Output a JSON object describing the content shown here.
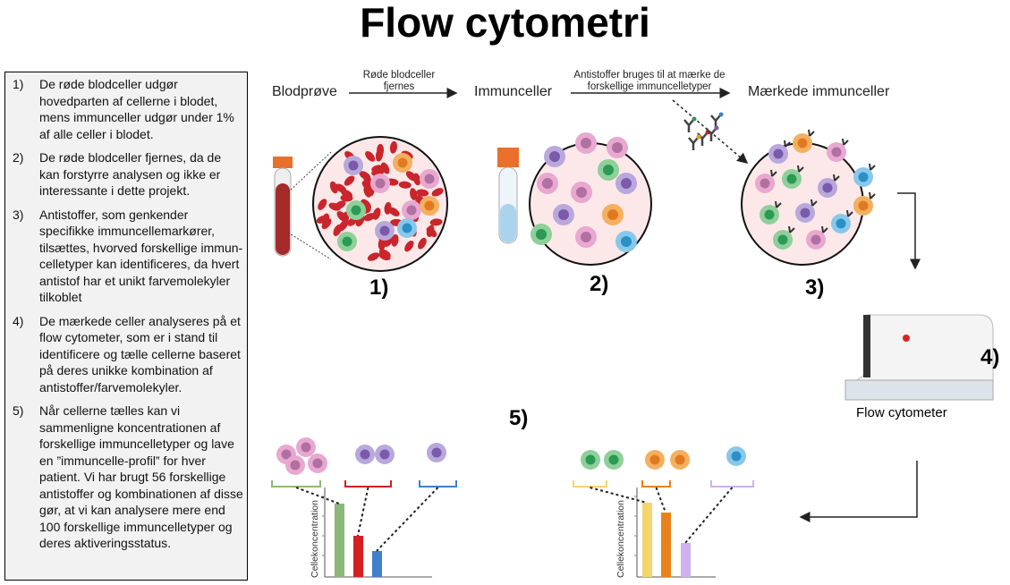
{
  "title": "Flow cytometri",
  "steps": [
    {
      "num": "1)",
      "text": "De røde blodceller udgør hovedparten af cellerne i blodet, mens immunceller udgør under 1% af alle celler i blodet."
    },
    {
      "num": "2)",
      "text": "De røde blodceller fjernes, da de kan forstyrre analysen og ikke er interessante i dette projekt."
    },
    {
      "num": "3)",
      "text": "Antistoffer, som genkender specifikke immuncellemarkører, tilsættes, hvorved forskellige immun-celletyper kan identificeres, da hvert antistof har et unikt farvemolekyler tilkoblet"
    },
    {
      "num": "4)",
      "text": "De mærkede celler analyseres på et flow cytometer, som er i stand til identificere og tælle cellerne baseret på deres unikke kombination af antistoffer/farvemolekyler."
    },
    {
      "num": "5)",
      "text": "Når cellerne tælles kan vi sammenligne koncentrationen af forskellige immuncelletyper og lave en ”immuncelle-profil” for hver patient. Vi har brugt 56 forskellige antistoffer og kombinationen af disse gør, at vi kan analysere mere end 100 forskellige immuncelletyper og deres aktiveringsstatus."
    }
  ],
  "flow": {
    "stage1": "Blodprøve",
    "arrow1": "Røde blodceller fjernes",
    "stage2": "Immunceller",
    "arrow2": "Antistoffer bruges til at mærke de forskellige immuncelletyper",
    "stage3": "Mærkede immunceller"
  },
  "labels": {
    "s1": "1)",
    "s2": "2)",
    "s3": "3)",
    "s4": "4)",
    "s5": "5)",
    "machine": "Flow cytometer"
  },
  "chart_data": [
    {
      "type": "bar",
      "ylabel": "Cellekoncentration",
      "values": [
        82,
        46,
        29
      ],
      "colors": [
        "#8cb87a",
        "#d42020",
        "#3f7fcc"
      ]
    },
    {
      "type": "bar",
      "ylabel": "Cellekoncentration",
      "values": [
        83,
        72,
        38
      ],
      "colors": [
        "#f5d56e",
        "#e8821a",
        "#d0b0f0"
      ]
    }
  ]
}
